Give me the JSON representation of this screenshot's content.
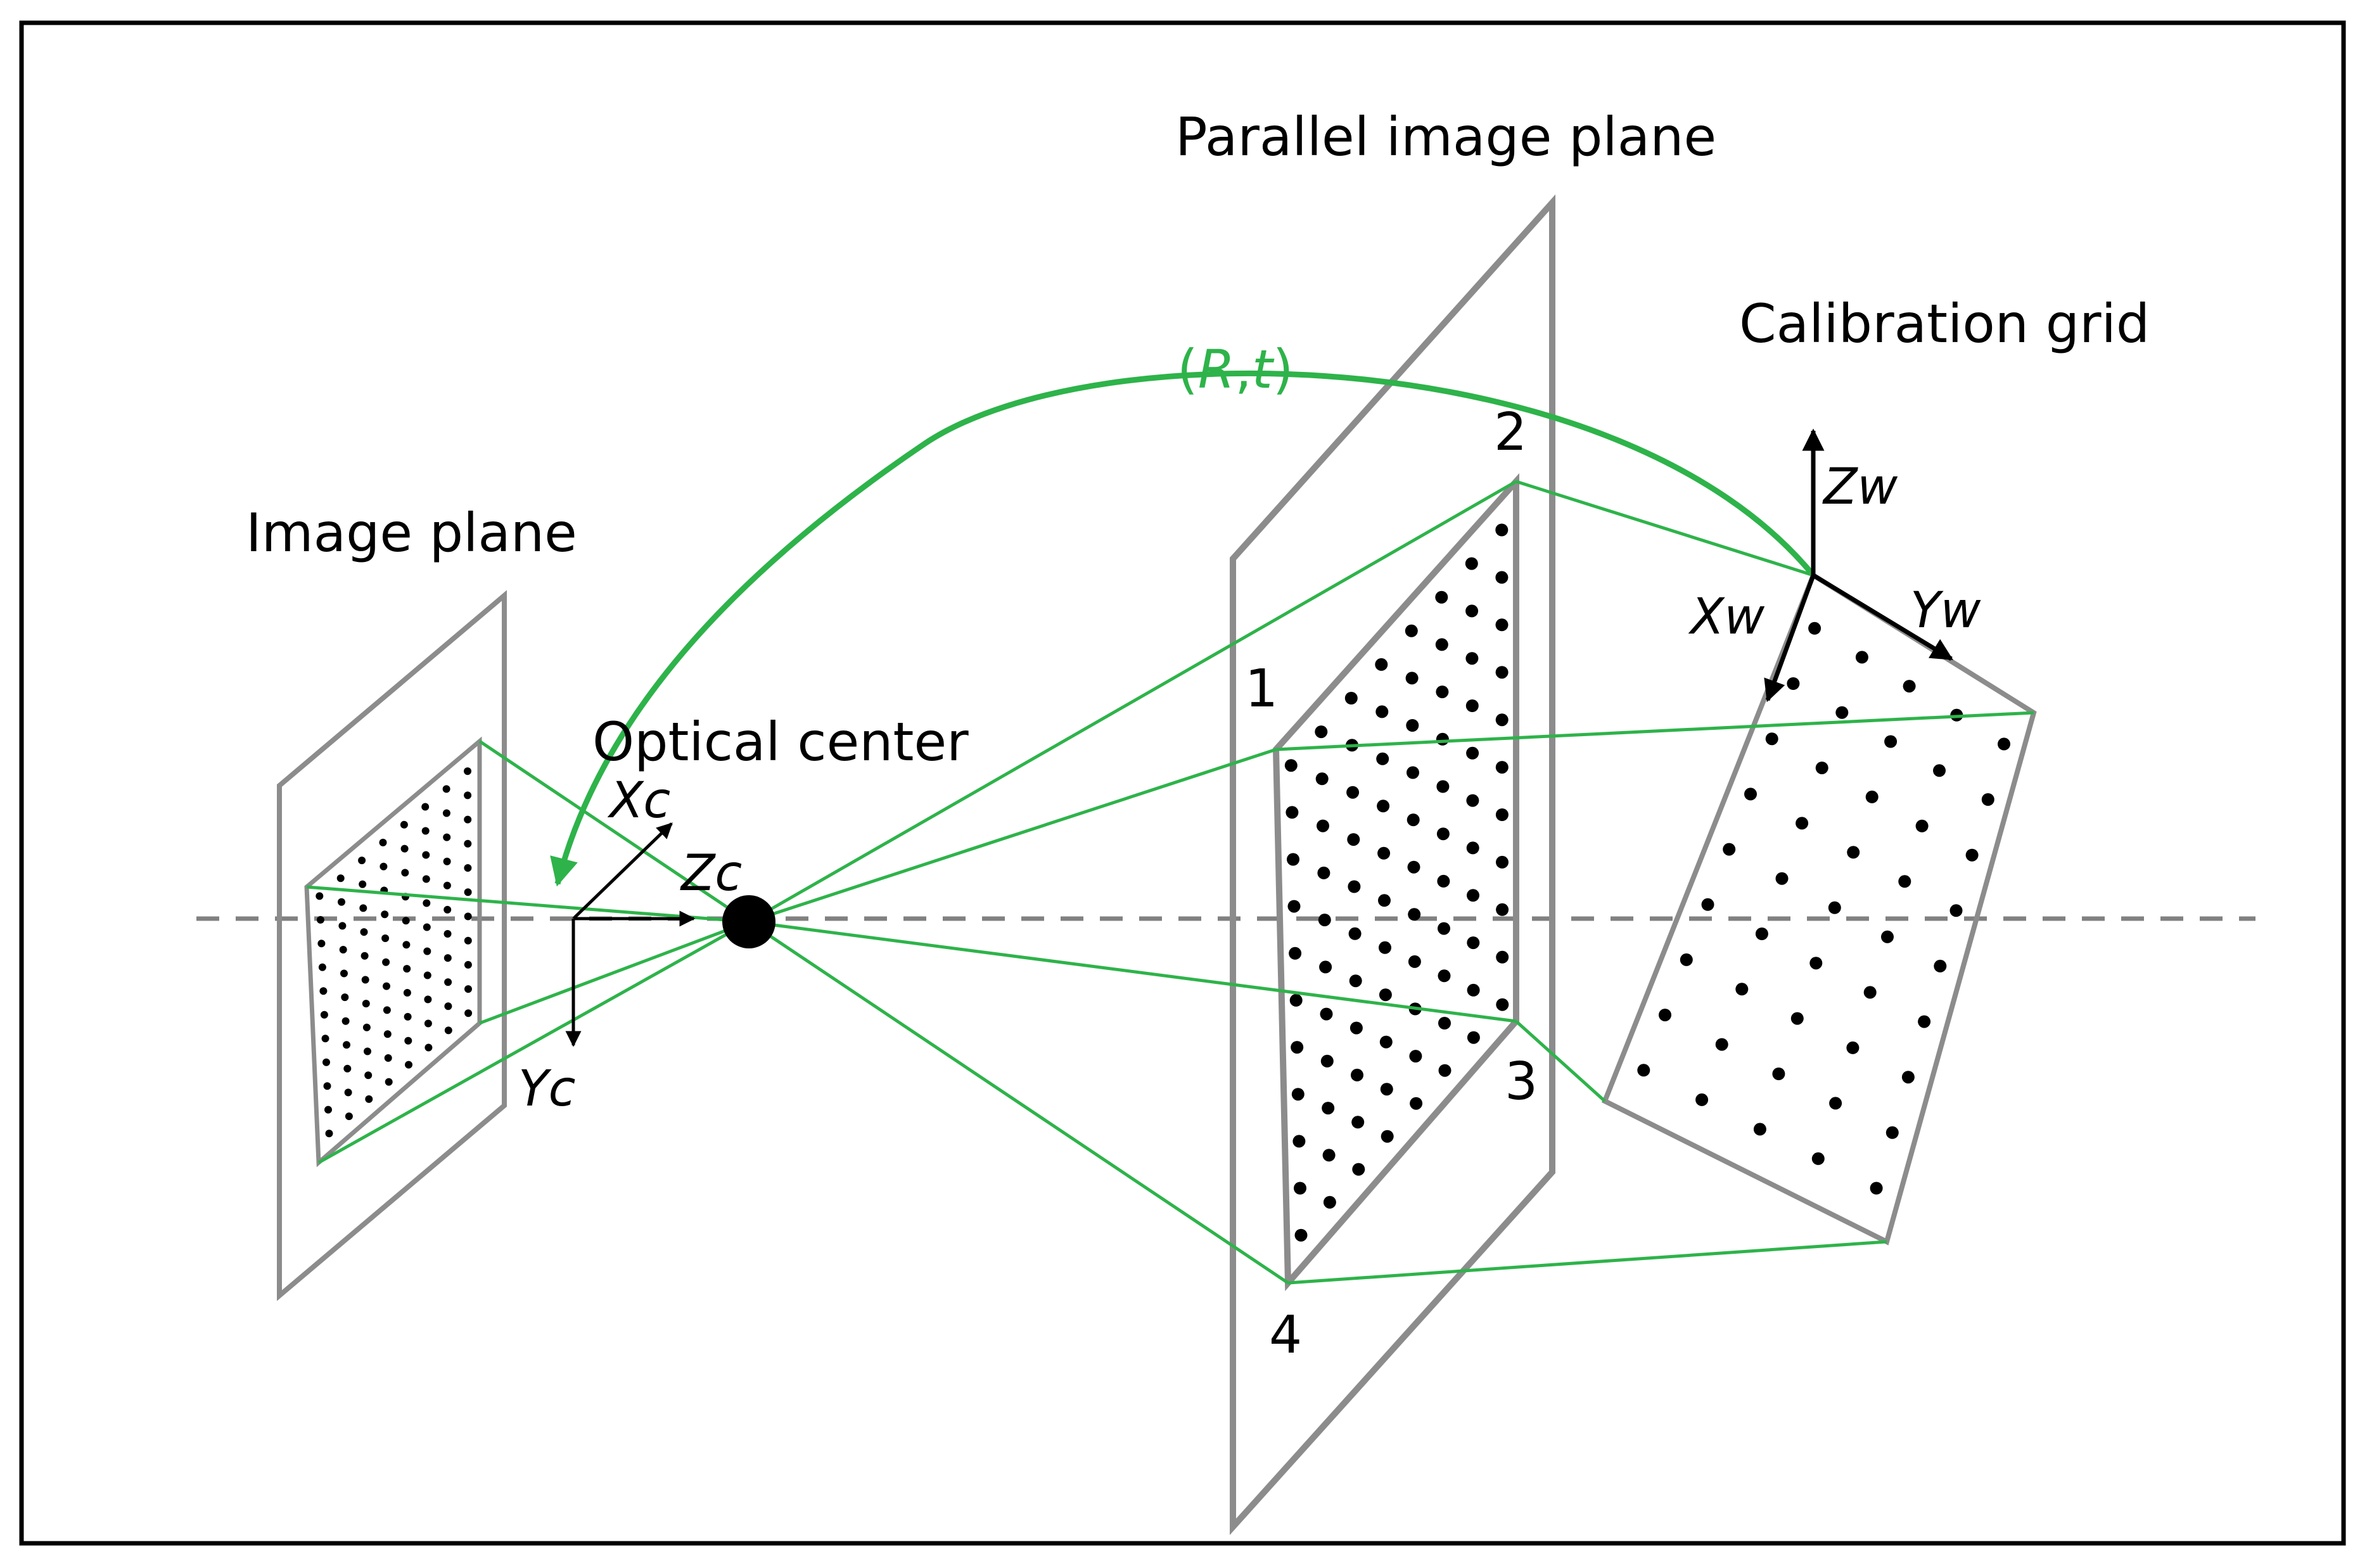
{
  "labels": {
    "parallel_image_plane": "Parallel image plane",
    "calibration_grid": "Calibration grid",
    "image_plane": "Image plane",
    "optical_center": "Optical center",
    "rt_open": "(",
    "rt_r": "R",
    "rt_comma": ",",
    "rt_t": "t",
    "rt_close": ")"
  },
  "axes": {
    "xc": "Xc",
    "yc": "Yc",
    "zc": "Zc",
    "xw": "Xw",
    "yw": "Yw",
    "zw": "Zw"
  },
  "corners": {
    "c1": "1",
    "c2": "2",
    "c3": "3",
    "c4": "4"
  },
  "colors": {
    "frame": "#000000",
    "plane": "#8c8c8c",
    "ray": "#2eb34a",
    "axis_line": "#000000",
    "dashed": "#808080",
    "dot": "#000000"
  }
}
